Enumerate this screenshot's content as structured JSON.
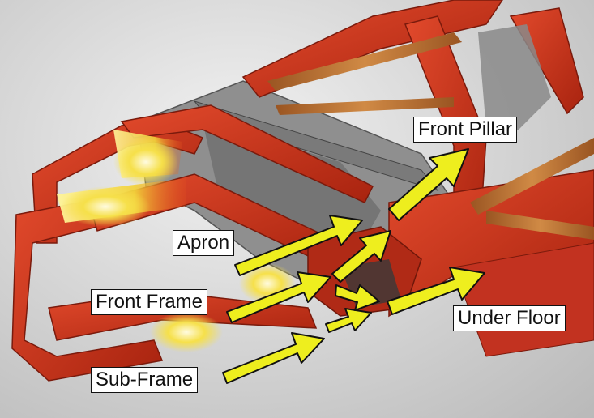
{
  "labels": {
    "apron": "Apron",
    "front_frame": "Front Frame",
    "sub_frame": "Sub-Frame",
    "front_pillar": "Front Pillar",
    "under_floor": "Under Floor"
  },
  "colors": {
    "body_red": "#d2361f",
    "body_red_dark": "#8e1c0f",
    "inner_panel_gray": "#8f8f8f",
    "crossbar_bronze": "#b86a2c",
    "impact_yellow": "#f3ec3a",
    "arrow_yellow": "#eeee1e",
    "label_bg": "#ffffff"
  },
  "icons": {
    "arrow": "arrow-icon"
  }
}
